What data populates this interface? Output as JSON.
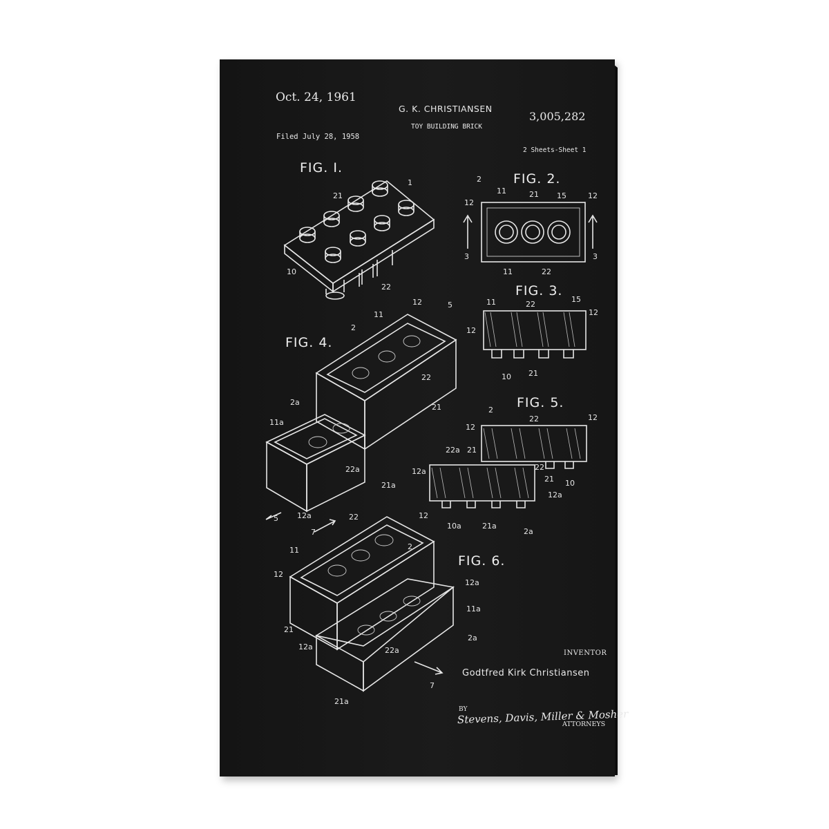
{
  "header": {
    "date": "Oct. 24, 1961",
    "inventor_short": "G. K. CHRISTIANSEN",
    "patent_number": "3,005,282",
    "title": "TOY BUILDING BRICK",
    "filed": "Filed July 28, 1958",
    "sheets": "2 Sheets-Sheet 1"
  },
  "figures": {
    "fig1": "FIG. I.",
    "fig2": "FIG. 2.",
    "fig3": "FIG. 3.",
    "fig4": "FIG. 4.",
    "fig5": "FIG. 5.",
    "fig6": "FIG. 6."
  },
  "footer": {
    "inventor_label": "INVENTOR",
    "inventor_name": "Godtfred Kirk Christiansen",
    "by": "BY",
    "signature": "Stevens, Davis, Miller & Mosher",
    "attorneys": "ATTORNEYS"
  },
  "colors": {
    "background": "#ffffff",
    "print": "#181818",
    "ink": "#e6e6e6"
  }
}
